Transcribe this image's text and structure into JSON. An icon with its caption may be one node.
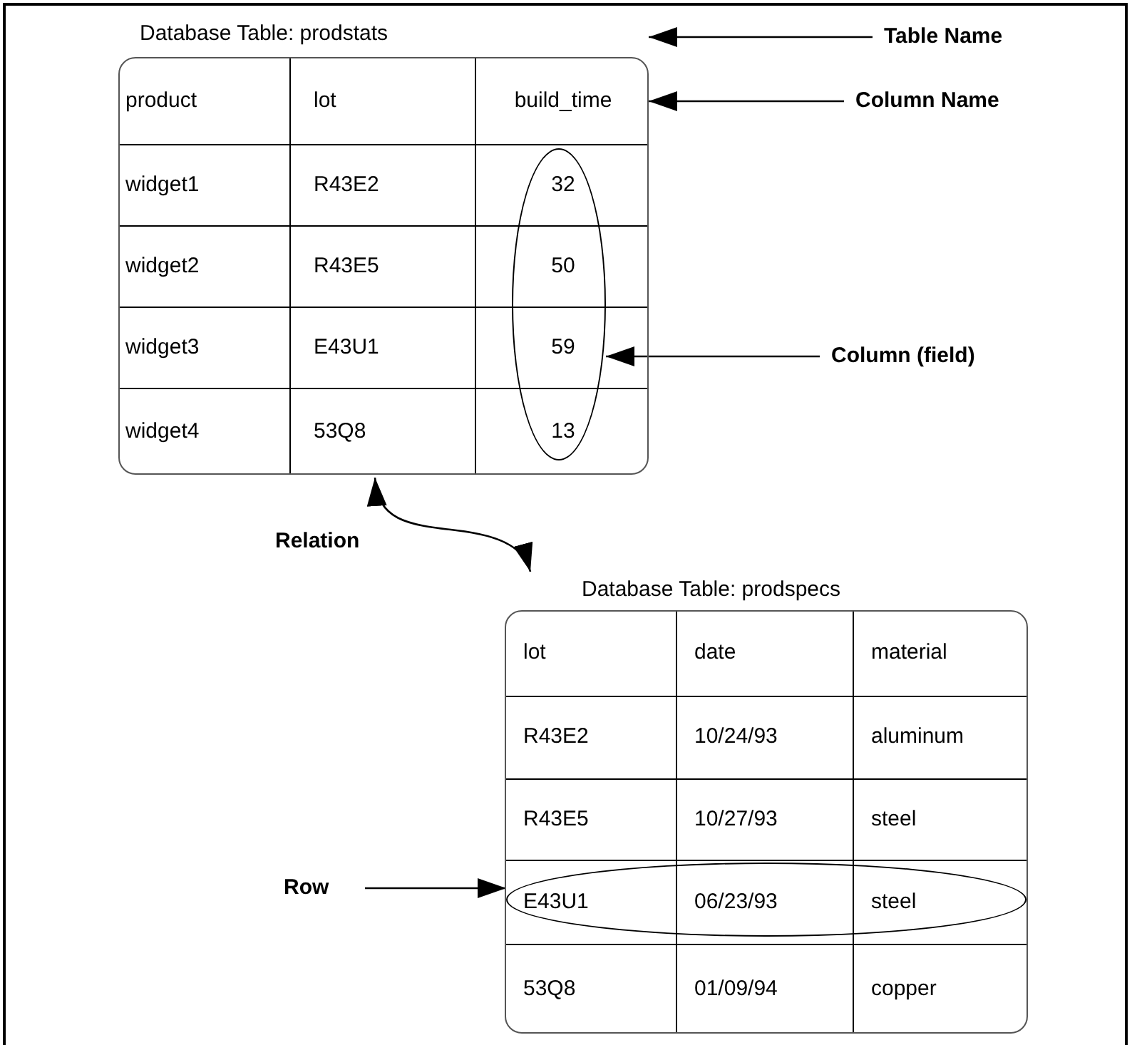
{
  "diagram": {
    "nodes": [
      {
        "text": [
          "Database Table: prodstats"
        ]
      },
      {
        "text": [
          "Table Name"
        ]
      },
      {
        "text": [
          "Column Name"
        ]
      },
      {
        "text": [],
        "shape": "ellipse",
        "in": 0
      },
      {
        "text": [
          "Column (field)"
        ]
      },
      {
        "text": [
          "Database Table: prodspecs"
        ]
      },
      {
        "text": [
          "Row"
        ]
      },
      {
        "text": [],
        "shape": "ellipse",
        "in": 5
      }
    ],
    "edges": [
      {
        "from": 1,
        "to": 0,
        "arrow": "to"
      },
      {
        "from": 2,
        "to": 0,
        "arrow": "to"
      },
      {
        "from": 4,
        "to": 3,
        "arrow": "to"
      },
      {
        "from": 0,
        "to": 5,
        "arrow": "both",
        "label": "Relation"
      },
      {
        "from": 6,
        "to": 7,
        "arrow": "to"
      }
    ],
    "labels": [
      "product",
      "lot",
      "build_time",
      "widget1",
      "R43E2",
      "32",
      "widget2",
      "R43E5",
      "50",
      "widget3",
      "E43U1",
      "59",
      "widget4",
      "53Q8",
      "13",
      "lot",
      "date",
      "material",
      "R43E2",
      "10/24/93",
      "aluminum",
      "R43E5",
      "10/27/93",
      "steel",
      "E43U1",
      "06/23/93",
      "steel",
      "53Q8",
      "01/09/94",
      "copper"
    ]
  }
}
